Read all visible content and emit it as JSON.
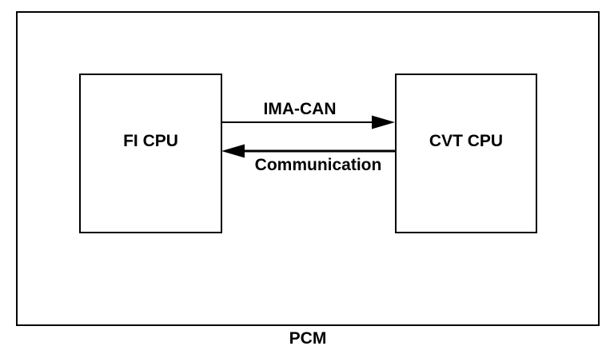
{
  "diagram": {
    "title": "PCM",
    "nodes": [
      {
        "id": "fi-cpu",
        "label": "FI CPU"
      },
      {
        "id": "cvt-cpu",
        "label": "CVT CPU"
      }
    ],
    "edges": [
      {
        "id": "ima-can",
        "label": "IMA-CAN",
        "from": "FI CPU",
        "to": "CVT CPU",
        "direction": "right"
      },
      {
        "id": "communication",
        "label": "Communication",
        "from": "CVT CPU",
        "to": "FI CPU",
        "direction": "left"
      }
    ],
    "colors": {
      "line": "#000000",
      "background": "#ffffff",
      "text": "#000000"
    }
  }
}
